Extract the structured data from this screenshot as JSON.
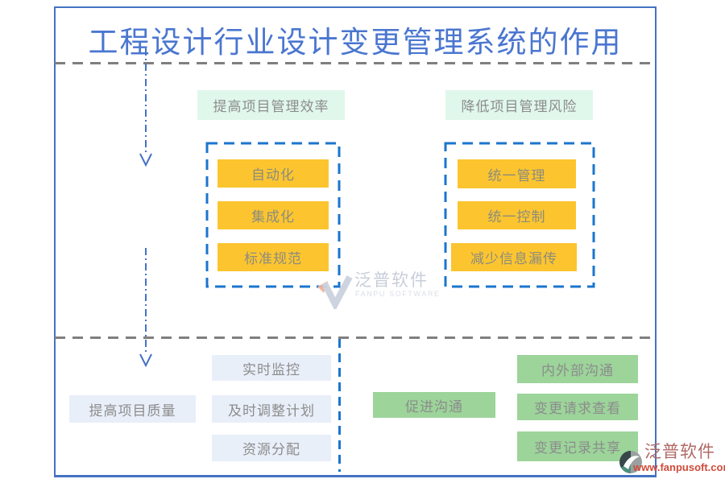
{
  "title": "工程设计行业设计变更管理系统的作用",
  "top_section": {
    "groups": [
      {
        "header": "提高项目管理效率",
        "items": [
          "自动化",
          "集成化",
          "标准规范"
        ]
      },
      {
        "header": "降低项目管理风险",
        "items": [
          "统一管理",
          "统一控制",
          "减少信息漏传"
        ]
      }
    ]
  },
  "bottom_section": {
    "left": {
      "main": "提高项目质量",
      "items": [
        "实时监控",
        "及时调整计划",
        "资源分配"
      ]
    },
    "right": {
      "main": "促进沟通",
      "items": [
        "内外部沟通",
        "变更请求查看",
        "变更记录共享"
      ]
    }
  },
  "watermark_center": {
    "name": "泛普软件",
    "subtitle": "FANPU SOFTWARE"
  },
  "watermark_corner": {
    "name": "泛普软件",
    "url": "www.fanpusoft.com"
  },
  "colors": {
    "frame_blue": "#4472c4",
    "title_blue": "#4a76d0",
    "dashed_gray": "#7f7f7f",
    "group_border_blue": "#1b75ce",
    "mint_bg": "#e0f7ec",
    "yellow_bg": "#fcc52f",
    "lavender_bg": "#e9eff9",
    "green_bg": "#9cd49a",
    "box_text_gray": "#8c8c8c"
  }
}
